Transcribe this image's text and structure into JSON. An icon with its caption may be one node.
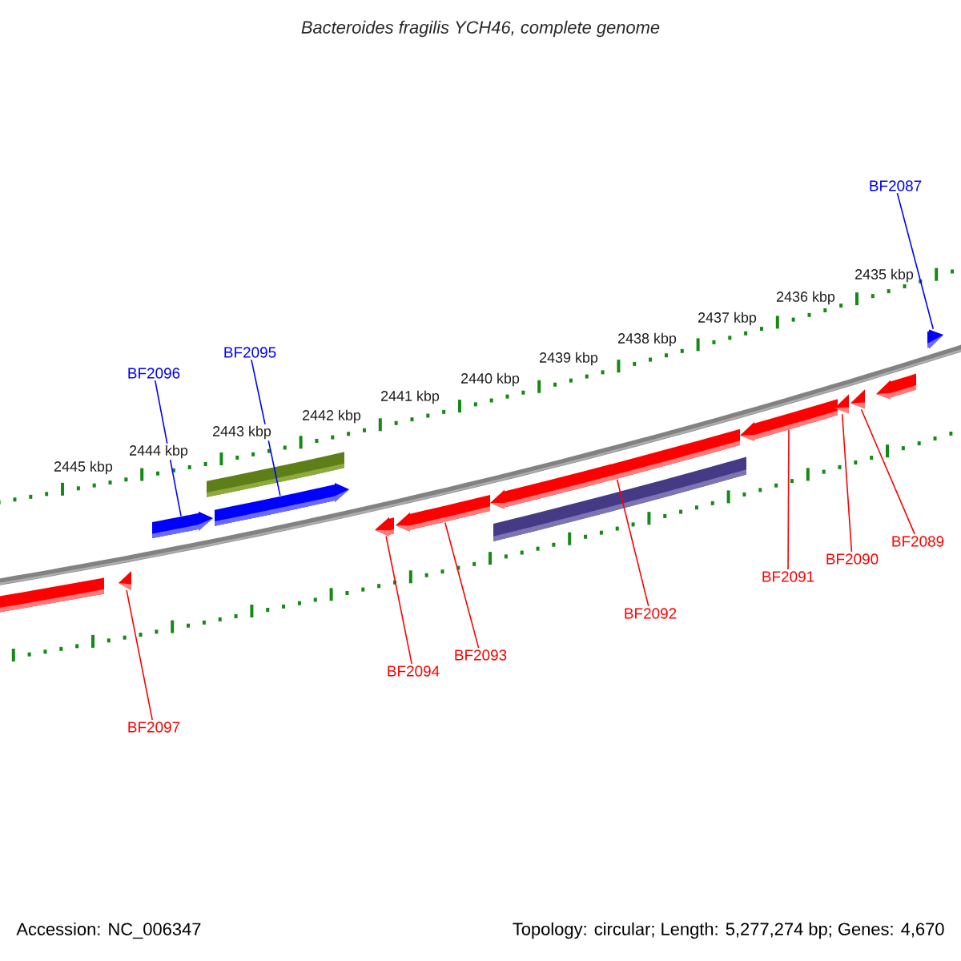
{
  "diagram": {
    "title": "Bacteroides fragilis YCH46, complete genome",
    "nodes": [
      {
        "text": [
          "BF2087"
        ]
      },
      {
        "text": [
          "BF2096"
        ]
      },
      {
        "text": [
          "BF2095"
        ]
      },
      {
        "text": [
          "BF2097"
        ]
      },
      {
        "text": [
          "BF2094"
        ]
      },
      {
        "text": [
          "BF2093"
        ]
      },
      {
        "text": [
          "BF2092"
        ]
      },
      {
        "text": [
          "BF2091"
        ]
      },
      {
        "text": [
          "BF2090"
        ]
      },
      {
        "text": [
          "BF2089"
        ]
      },
      {
        "text": [],
        "shape": "bar"
      },
      {
        "text": [],
        "shape": "bar"
      },
      {
        "text": [],
        "shape": "bar"
      },
      {
        "text": [],
        "shape": "bar"
      },
      {
        "text": [],
        "shape": "bar"
      },
      {
        "text": [],
        "shape": "bar"
      },
      {
        "text": [],
        "shape": "bar"
      },
      {
        "text": [],
        "shape": "bar"
      },
      {
        "text": [],
        "shape": "bar"
      },
      {
        "text": [],
        "shape": "bar"
      },
      {
        "text": [],
        "shape": "bar"
      },
      {
        "text": [],
        "shape": "bar"
      },
      {
        "text": [],
        "shape": "bar"
      },
      {
        "text": [],
        "shape": "bar"
      }
    ],
    "edges": [
      {
        "from": 0,
        "to": 23,
        "arrow": "none",
        "color": "#0000ff"
      },
      {
        "from": 1,
        "to": 12,
        "arrow": "none",
        "color": "#0000ff"
      },
      {
        "from": 2,
        "to": 14,
        "arrow": "none",
        "color": "#0000ff"
      },
      {
        "from": 3,
        "to": 11,
        "arrow": "none"
      },
      {
        "from": 4,
        "to": 15,
        "arrow": "none"
      },
      {
        "from": 5,
        "to": 16,
        "arrow": "none"
      },
      {
        "from": 6,
        "to": 17,
        "arrow": "none"
      },
      {
        "from": 7,
        "to": 19,
        "arrow": "none"
      },
      {
        "from": 8,
        "to": 20,
        "arrow": "none"
      },
      {
        "from": 9,
        "to": 21,
        "arrow": "none"
      }
    ],
    "labels": [
      "2435 kbp",
      "2436 kbp",
      "2437 kbp",
      "2438 kbp",
      "2439 kbp",
      "2440 kbp",
      "2441 kbp",
      "2442 kbp",
      "2443 kbp",
      "2444 kbp",
      "2445 kbp",
      "Accession: NC_006347",
      "Topology: circular; Length: 5,277,274 bp; Genes: 4,670"
    ]
  }
}
